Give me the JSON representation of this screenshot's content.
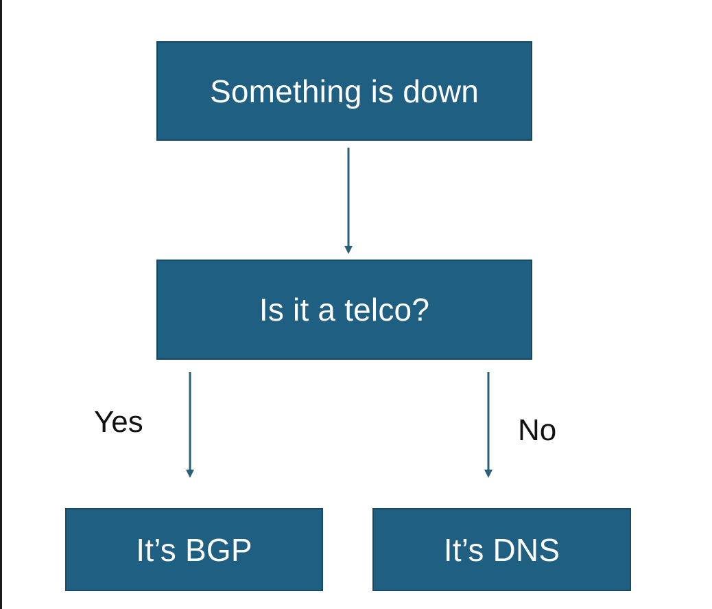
{
  "diagram": {
    "nodes": {
      "start": "Something is down",
      "question": "Is it a telco?",
      "bgp": "It’s BGP",
      "dns": "It’s DNS"
    },
    "edges": [
      {
        "from": "start",
        "to": "question",
        "label": ""
      },
      {
        "from": "question",
        "to": "bgp",
        "label": "Yes"
      },
      {
        "from": "question",
        "to": "dns",
        "label": "No"
      }
    ],
    "labels": {
      "yes": "Yes",
      "no": "No"
    },
    "colors": {
      "box_fill": "#1f6082",
      "box_text": "#ffffff",
      "arrow": "#2a5f78",
      "label_text": "#111111"
    }
  }
}
